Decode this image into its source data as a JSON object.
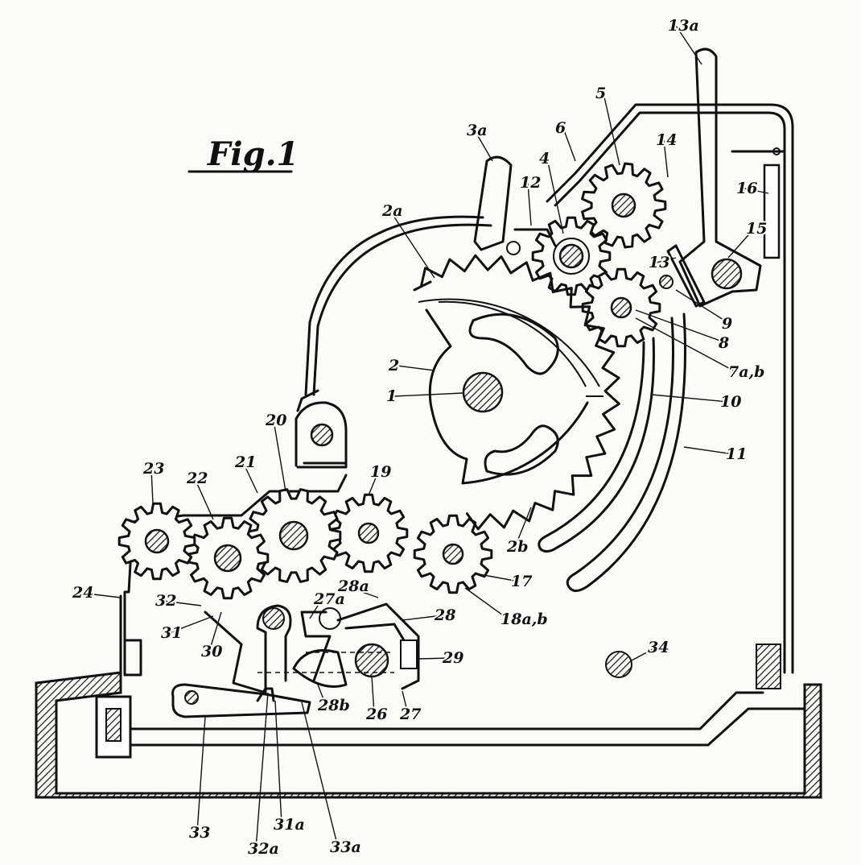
{
  "figure": {
    "title": "Fig.1"
  },
  "labels": {
    "l1": "1",
    "l2": "2",
    "l2a": "2a",
    "l2b": "2b",
    "l3a": "3a",
    "l4": "4",
    "l5": "5",
    "l6": "6",
    "l7ab": "7a,b",
    "l8": "8",
    "l9": "9",
    "l10": "10",
    "l11": "11",
    "l12": "12",
    "l13": "13",
    "l13a": "13a",
    "l14": "14",
    "l15": "15",
    "l16": "16",
    "l17": "17",
    "l18ab": "18a,b",
    "l19": "19",
    "l20": "20",
    "l21": "21",
    "l22": "22",
    "l23": "23",
    "l24": "24",
    "l26": "26",
    "l27": "27",
    "l27a": "27a",
    "l28": "28",
    "l28a": "28a",
    "l28b": "28b",
    "l29": "29",
    "l30": "30",
    "l31": "31",
    "l31a": "31a",
    "l32": "32",
    "l32a": "32a",
    "l33": "33",
    "l33a": "33a",
    "l34": "34"
  }
}
